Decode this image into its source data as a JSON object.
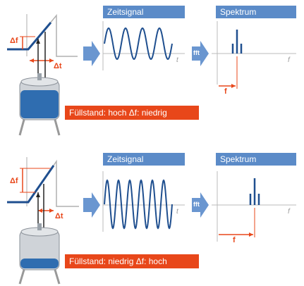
{
  "panels": [
    {
      "id": "top",
      "zeitsignal_label": "Zeitsignal",
      "spektrum_label": "Spektrum",
      "fft_label": "fft",
      "t_label": "t",
      "f_axis_label": "f",
      "f_marker_label": "f",
      "delta_f_label": "Δf",
      "delta_t_label": "Δt",
      "banner": "Füllstand: hoch  Δf: niedrig",
      "level": "hoch",
      "wave_cycles": 4
    },
    {
      "id": "bottom",
      "zeitsignal_label": "Zeitsignal",
      "spektrum_label": "Spektrum",
      "fft_label": "fft",
      "t_label": "t",
      "f_axis_label": "f",
      "f_marker_label": "f",
      "delta_f_label": "Δf",
      "delta_t_label": "Δt",
      "banner": "Füllstand: niedrig  Δf: hoch",
      "level": "niedrig",
      "wave_cycles": 6
    }
  ],
  "colors": {
    "header_blue": "#5b8bc8",
    "banner_orange": "#e8471a",
    "wave_blue": "#1f4f8f",
    "arrow_blue": "#6a96d0",
    "tank_liquid": "#2f6db0"
  }
}
